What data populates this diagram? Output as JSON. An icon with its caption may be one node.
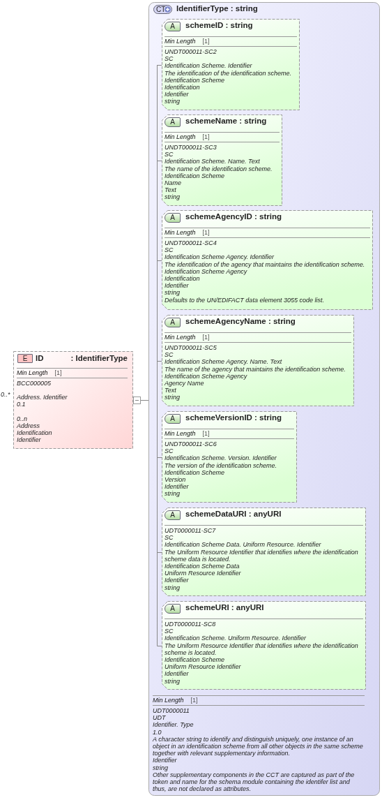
{
  "diagram": {
    "nodes": [
      {
        "text": [
          "E",
          "ID",
          ": IdentifierType",
          "Min Length",
          "[1]",
          "BCC000005",
          "Address. Identifier",
          "0.1",
          "0..n",
          "Address",
          "Identification",
          "Identifier"
        ],
        "beside": [
          "0..*"
        ]
      },
      {
        "text": [
          "CT",
          "IdentifierType : string",
          "Min Length",
          "[1]",
          "UDT0000011",
          "UDT",
          "Identifier. Type",
          "1.0",
          "A character string to identify and distinguish uniquely, one instance of an object in an identification scheme from all other objects in the same scheme together with relevant supplementary information.",
          "Identifier",
          "string",
          "Other supplementary components in the CCT are captured as part of the token and name for the schema module containing the identifer list and thus, are not declared as attributes."
        ]
      },
      {
        "text": [
          "A",
          "schemeID : string",
          "Min Length",
          "[1]",
          "UNDT000011-SC2",
          "SC",
          "Identification Scheme. Identifier",
          "The identification of the identification scheme.",
          "Identification Scheme",
          "Identification",
          "Identifier",
          "string"
        ],
        "in": 1
      },
      {
        "text": [
          "A",
          "schemeName : string",
          "Min Length",
          "[1]",
          "UNDT000011-SC3",
          "SC",
          "Identification Scheme. Name. Text",
          "The name of the identification scheme.",
          "Identification Scheme",
          "Name",
          "Text",
          "string"
        ],
        "in": 1
      },
      {
        "text": [
          "A",
          "schemeAgencyID : string",
          "Min Length",
          "[1]",
          "UNDT000011-SC4",
          "SC",
          "Identification Scheme Agency. Identifier",
          "The identification of the agency that maintains the identification scheme.",
          "Identification Scheme Agency",
          "Identification",
          "Identifier",
          "string",
          "Defaults to the UN/EDIFACT data element 3055 code list."
        ],
        "in": 1
      },
      {
        "text": [
          "A",
          "schemeAgencyName : string",
          "Min Length",
          "[1]",
          "UNDT000011-SC5",
          "SC",
          "Identification Scheme Agency. Name. Text",
          "The name of the agency that maintains the identification scheme.",
          "Identification Scheme Agency",
          "Agency Name",
          "Text",
          "string"
        ],
        "in": 1
      },
      {
        "text": [
          "A",
          "schemeVersionID : string",
          "Min Length",
          "[1]",
          "UNDT000011-SC6",
          "SC",
          "Identification Scheme. Version. Identifier",
          "The version of the identification scheme.",
          "Identification Scheme",
          "Version",
          "Identifier",
          "string"
        ],
        "in": 1
      },
      {
        "text": [
          "A",
          "schemeDataURI : anyURI",
          "UDT0000011-SC7",
          "SC",
          "Identification Scheme Data. Uniform Resource. Identifier",
          "The Uniform Resource Identifier that identifies where the identification scheme data is located.",
          "Identification Scheme Data",
          "Uniform Resource Identifier",
          "Identifier",
          "string"
        ],
        "in": 1
      },
      {
        "text": [
          "A",
          "schemeURI : anyURI",
          "UDT0000011-SC8",
          "SC",
          "Identification Scheme. Uniform Resource. Identifier",
          "The Uniform Resource Identifier that identifies where the identification scheme is located.",
          "Identification Scheme",
          "Uniform Resource Identifier",
          "Identifier",
          "string"
        ],
        "in": 1
      }
    ],
    "edges": [
      {
        "from": 0,
        "to": 1,
        "arrow": "none"
      },
      {
        "from": 1,
        "to": 2,
        "arrow": "none"
      },
      {
        "from": 1,
        "to": 3,
        "arrow": "none"
      },
      {
        "from": 1,
        "to": 4,
        "arrow": "none"
      },
      {
        "from": 1,
        "to": 5,
        "arrow": "none"
      },
      {
        "from": 1,
        "to": 6,
        "arrow": "none"
      },
      {
        "from": 1,
        "to": 7,
        "arrow": "none"
      },
      {
        "from": 1,
        "to": 8,
        "arrow": "none"
      }
    ]
  }
}
